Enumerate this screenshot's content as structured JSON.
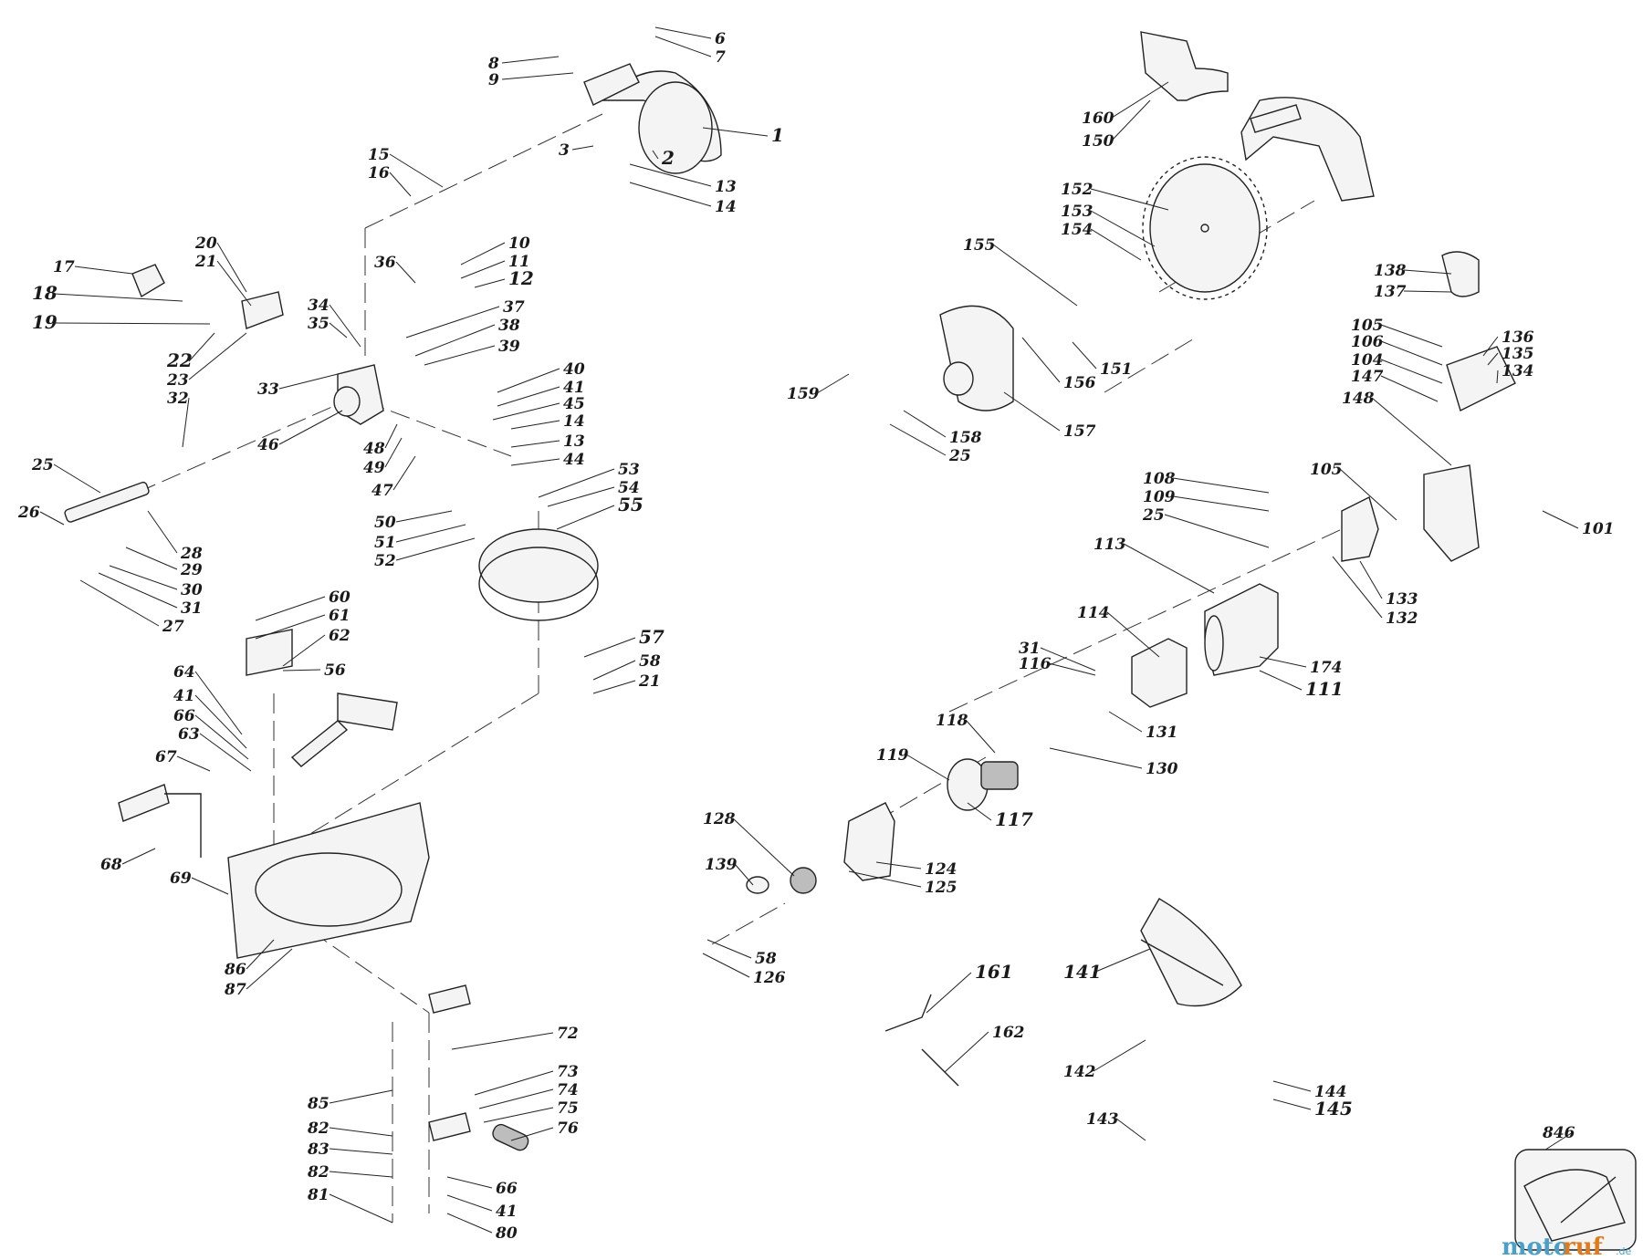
{
  "labels": [
    "1",
    "2",
    "3",
    "6",
    "7",
    "8",
    "9",
    "13",
    "14",
    "15",
    "16",
    "17",
    "18",
    "19",
    "20",
    "21",
    "22",
    "23",
    "25",
    "26",
    "27",
    "28",
    "29",
    "30",
    "31",
    "32",
    "33",
    "34",
    "35",
    "36",
    "10",
    "11",
    "12",
    "37",
    "38",
    "39",
    "40",
    "41",
    "45",
    "44",
    "46",
    "47",
    "48",
    "49",
    "50",
    "51",
    "52",
    "53",
    "54",
    "55",
    "56",
    "57",
    "58",
    "60",
    "61",
    "62",
    "63",
    "64",
    "66",
    "67",
    "68",
    "69",
    "72",
    "73",
    "74",
    "75",
    "76",
    "80",
    "81",
    "82",
    "83",
    "85",
    "86",
    "87",
    "101",
    "104",
    "105",
    "106",
    "108",
    "109",
    "111",
    "113",
    "114",
    "116",
    "117",
    "118",
    "119",
    "124",
    "125",
    "126",
    "128",
    "130",
    "131",
    "132",
    "133",
    "134",
    "135",
    "136",
    "137",
    "138",
    "139",
    "141",
    "142",
    "143",
    "144",
    "145",
    "147",
    "148",
    "150",
    "151",
    "152",
    "153",
    "154",
    "155",
    "156",
    "157",
    "158",
    "159",
    "160",
    "161",
    "162",
    "174",
    "846"
  ],
  "watermark": {
    "brand_a": "moto",
    "brand_b": "ruf",
    "suffix": ".de"
  }
}
